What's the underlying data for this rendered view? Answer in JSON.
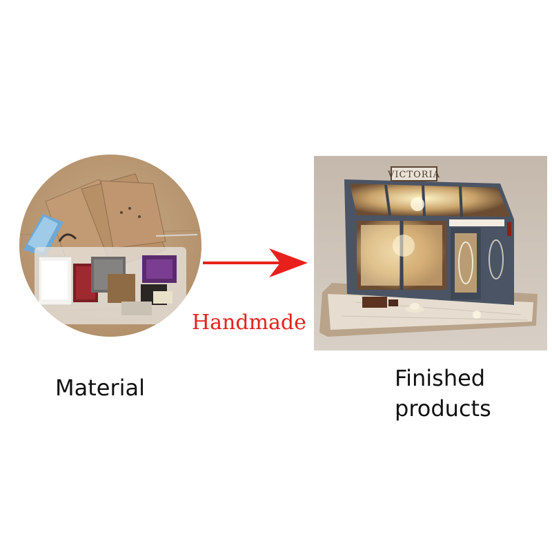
{
  "material": {
    "caption": "Material",
    "image_icon": "diy-kit-materials-photo"
  },
  "process": {
    "label": "Handmade",
    "arrow_icon": "red-arrow-right-icon",
    "color": "#e8201c"
  },
  "finished": {
    "caption_line1": "Finished",
    "caption_line2": "products",
    "image_icon": "miniature-dollhouse-shop-photo",
    "sign_text": "VICTORIA"
  }
}
